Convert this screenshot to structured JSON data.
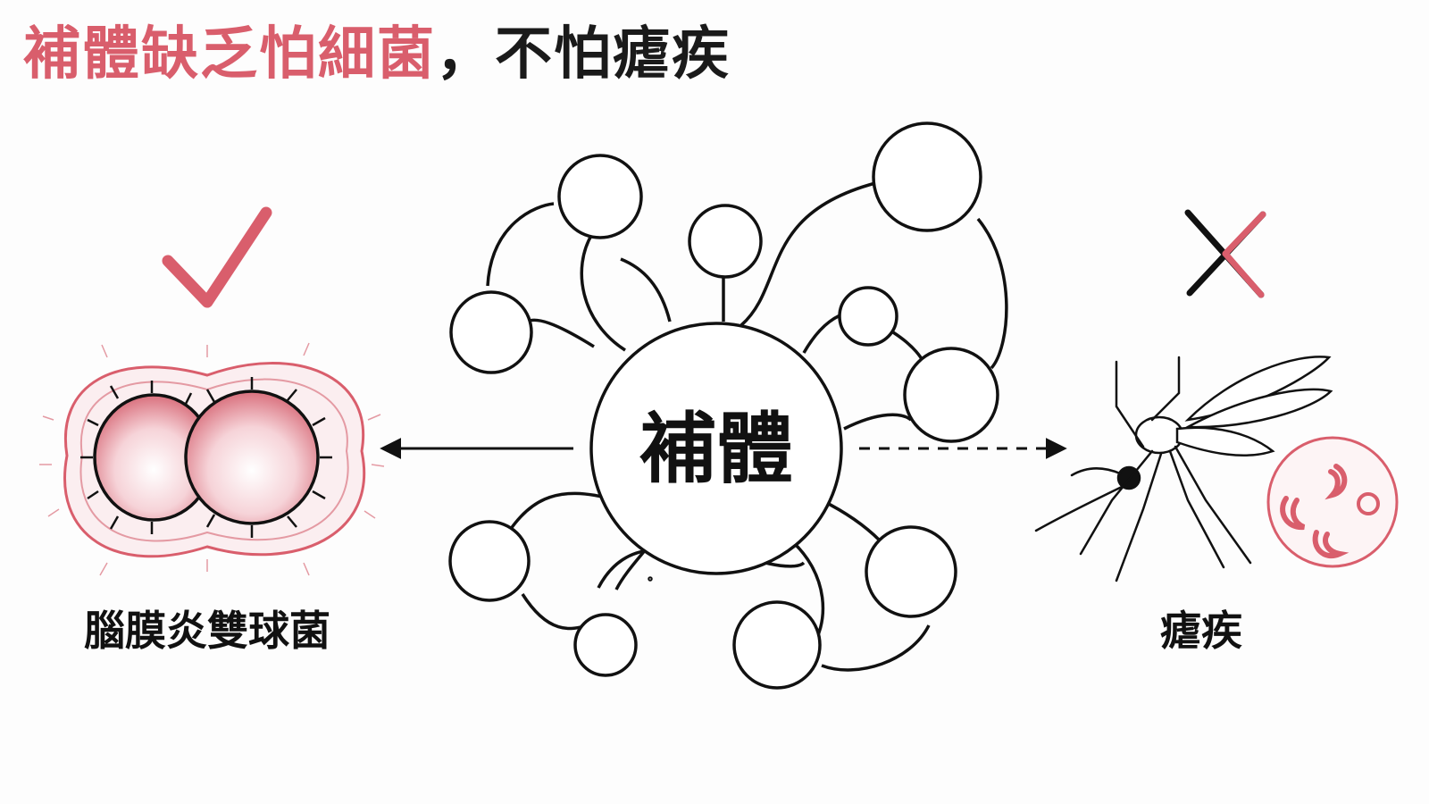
{
  "title": {
    "part1": "補體缺乏怕",
    "part2": "細菌",
    "part3": "，不怕瘧疾"
  },
  "center": {
    "label": "補體"
  },
  "left": {
    "label": "腦膜炎雙球菌",
    "mark": "check-icon"
  },
  "right": {
    "label": "瘧疾",
    "mark": "cross-icon"
  },
  "colors": {
    "accent": "#d95e6c",
    "ink": "#111111",
    "cell_fill": "#f4c9cf"
  }
}
